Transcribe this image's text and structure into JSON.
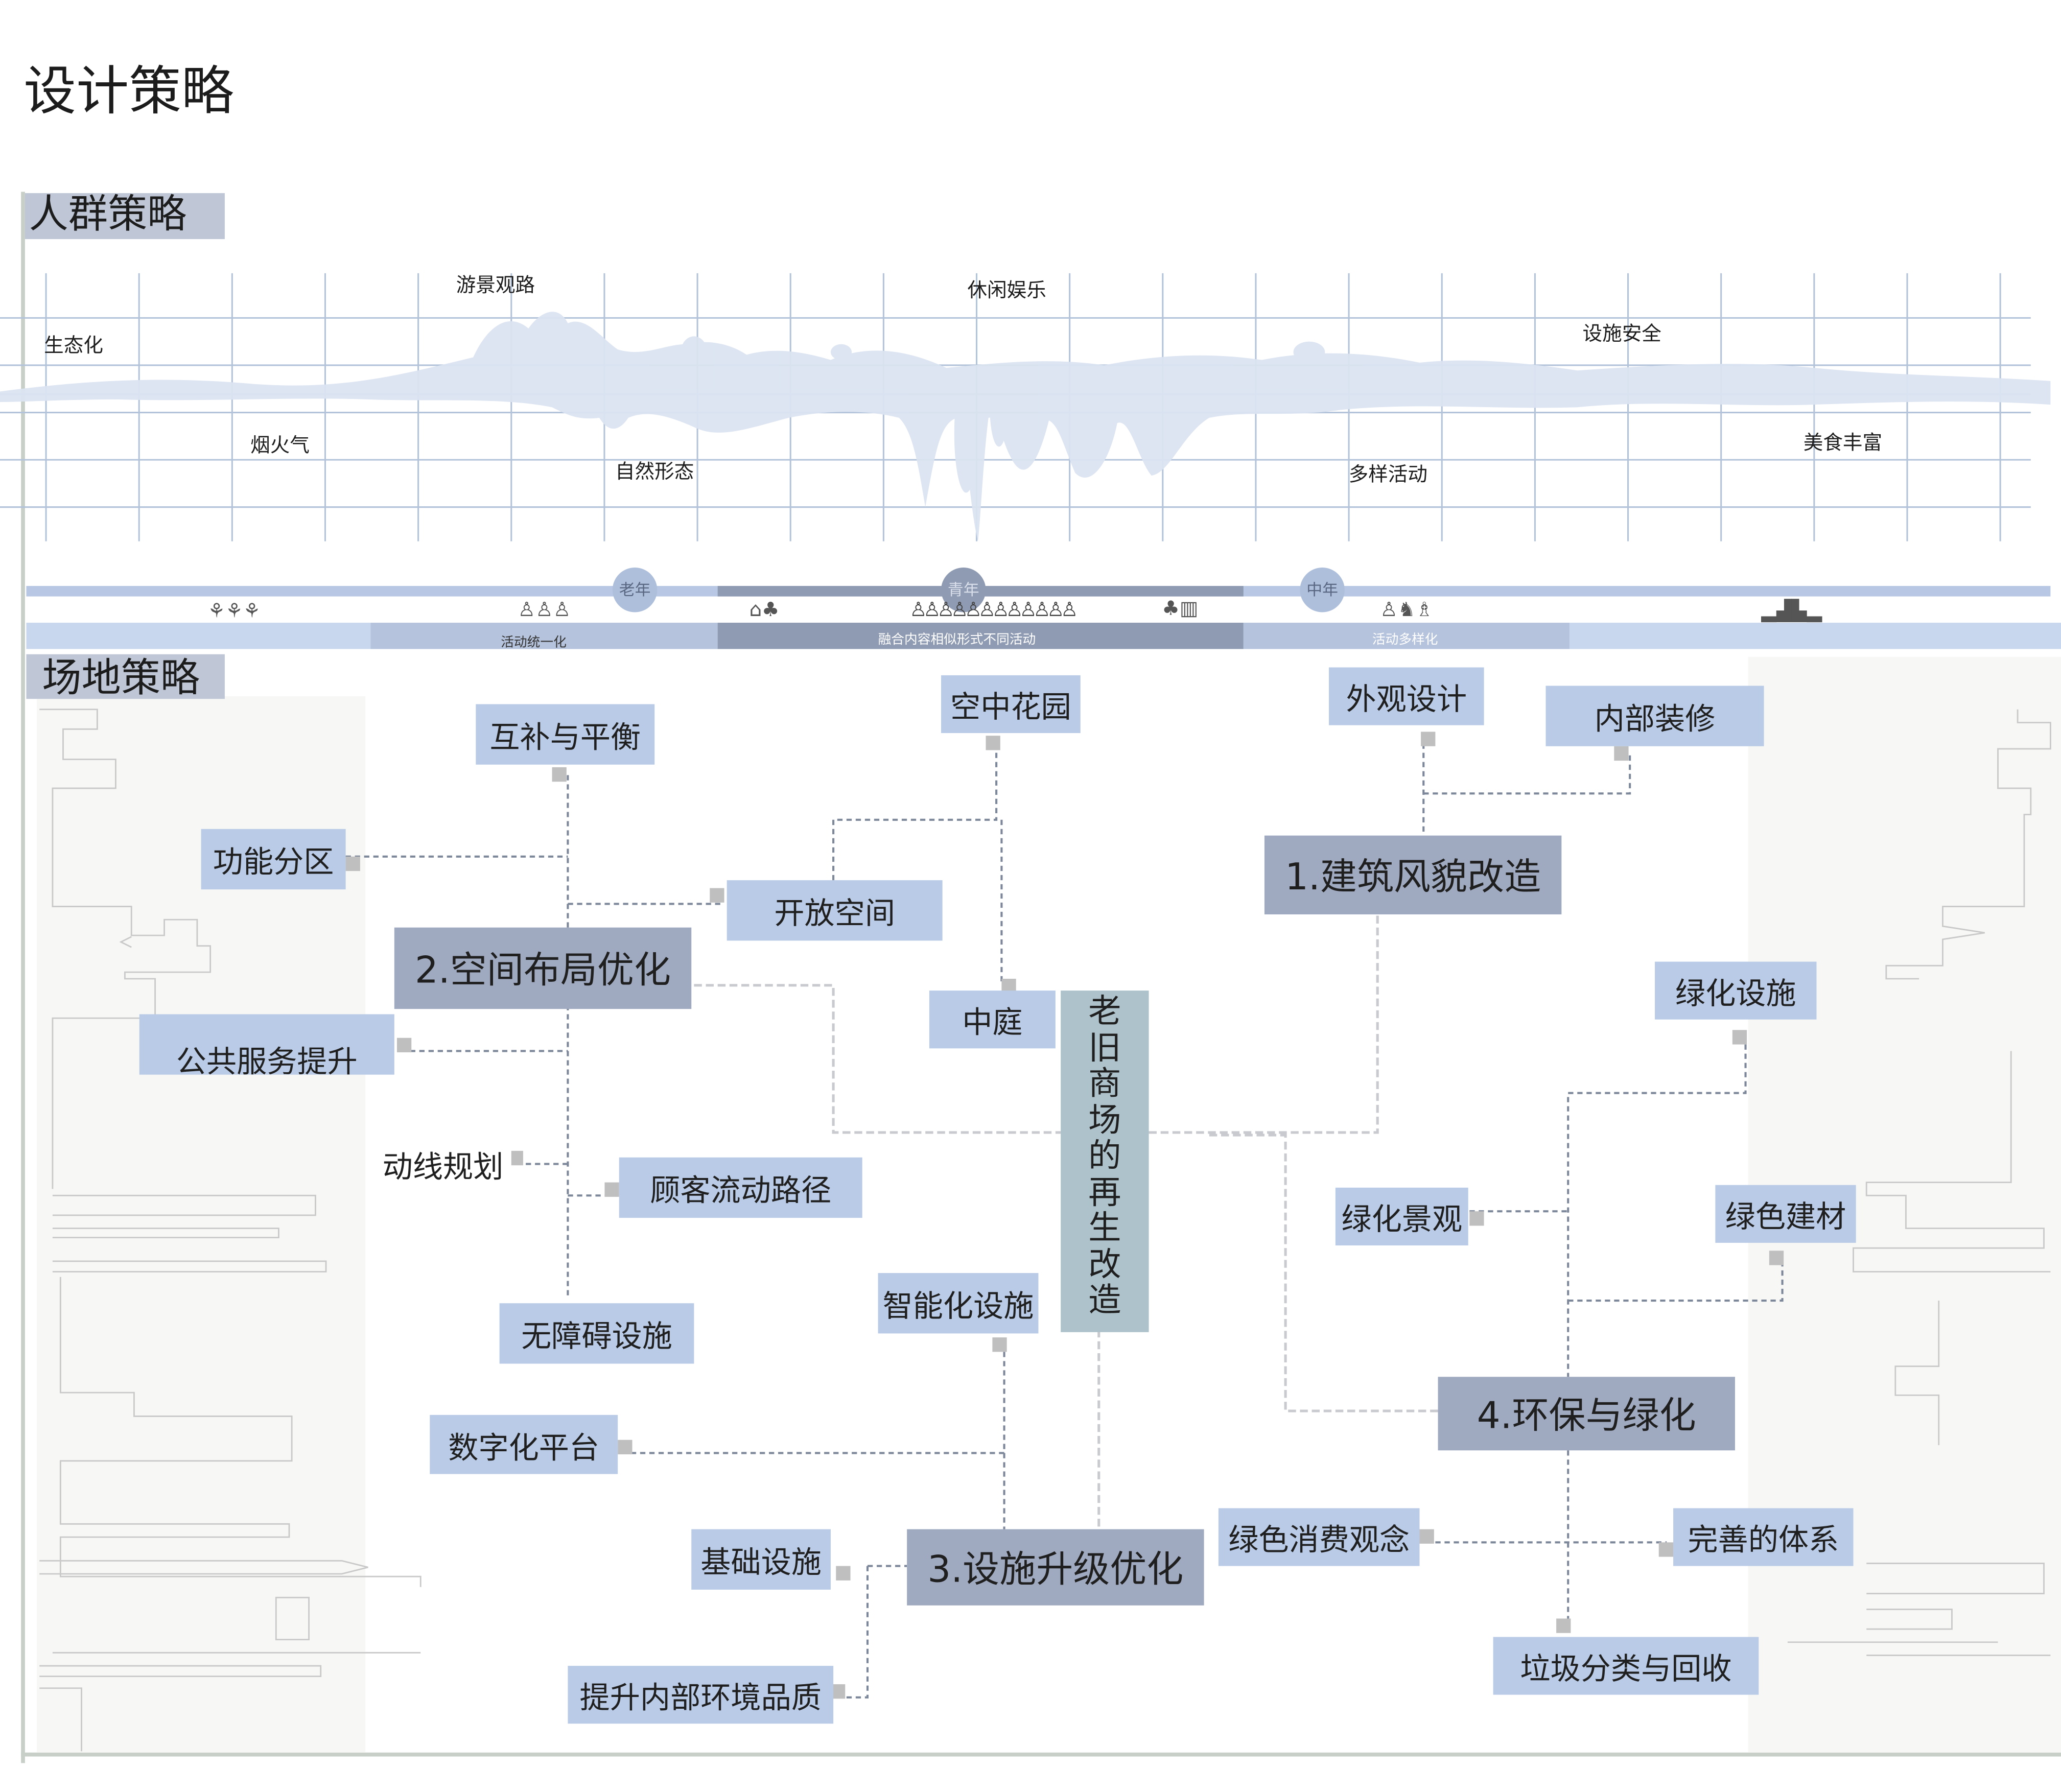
{
  "page_title": "设计策略",
  "crowd_section": {
    "title": "人群策略",
    "tags": {
      "eco": "生态化",
      "smoke": "烟火气",
      "tour": "游景观路",
      "natural": "自然形态",
      "leisure": "休闲娱乐",
      "safety": "设施安全",
      "activities": "多样活动",
      "food": "美食丰富"
    },
    "age_groups": {
      "old": "老年",
      "young": "青年",
      "middle": "中年"
    },
    "band_labels": {
      "unified": "活动统一化",
      "merge": "融合内容相似形式不同活动",
      "diverse": "活动多样化"
    },
    "icons": [
      "plant-icon",
      "people-icon",
      "house-tree-icon",
      "crowd-icon",
      "tree-building-icon",
      "sports-people-icon",
      "factory-icon"
    ]
  },
  "site_section": {
    "title": "场地策略",
    "center": "老旧商场的再生改造",
    "main_nodes": {
      "building": "1.建筑风貌改造",
      "layout": "2.空间布局优化",
      "facility": "3.设施升级优化",
      "green": "4.环保与绿化"
    },
    "nodes": {
      "complement": "互补与平衡",
      "function": "功能分区",
      "open_space": "开放空间",
      "sky_garden": "空中花园",
      "courtyard": "中庭",
      "exterior": "外观设计",
      "interior": "内部装修",
      "public_service": "公共服务提升",
      "circulation": "动线规划",
      "customer_flow": "顾客流动路径",
      "accessible": "无障碍设施",
      "smart": "智能化设施",
      "digital": "数字化平台",
      "infrastructure": "基础设施",
      "environment": "提升内部环境品质",
      "green_facility": "绿化设施",
      "green_landscape": "绿化景观",
      "green_material": "绿色建材",
      "green_consumption": "绿色消费观念",
      "system": "完善的体系",
      "waste": "垃圾分类与回收"
    }
  },
  "colors": {
    "node_fill": "#b9cbe6",
    "main_node_fill": "#9faac0",
    "center_fill": "#adc2cb",
    "section_bar": "#bfc7d6",
    "grid_line": "#b3c3da",
    "connector": "#7d879a"
  }
}
